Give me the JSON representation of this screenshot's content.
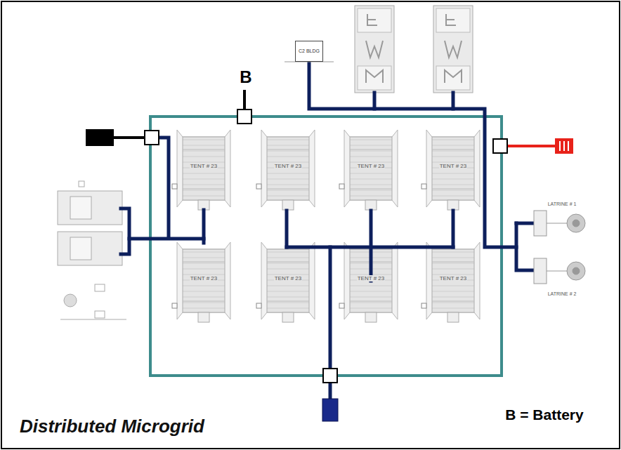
{
  "diagram": {
    "title": "Distributed Microgrid",
    "nodes": [
      {
        "text": [
          "C2 BLDG"
        ]
      }
    ],
    "labels": [
      "TENT # 23",
      "TENT # 23",
      "TENT # 23",
      "TENT # 23",
      "TENT # 23",
      "TENT # 23",
      "TENT # 23",
      "TENT # 23",
      "LATRINE # 1",
      "LATRINE # 2",
      "B",
      "B = Battery"
    ]
  }
}
